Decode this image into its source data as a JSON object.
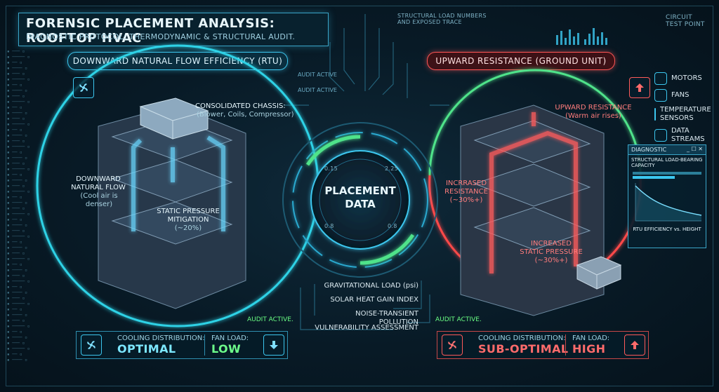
{
  "header": {
    "title": "FORENSIC PLACEMENT ANALYSIS: ROOFTOP HVAC",
    "subtitle": "DIAGNOSTIC PROTOCOL: THERMODYNAMIC & STRUCTURAL AUDIT."
  },
  "top_small": {
    "center_small_1": "STRUCTURAL LOAD NUMBERS",
    "center_small_2": "AND EXPOSED TRACE",
    "circuit": "CIRCUIT",
    "test_point": "TEST POINT"
  },
  "left": {
    "panel_title": "DOWNWARD NATURAL FLOW EFFICIENCY (RTU)",
    "chassis_title": "CONSOLIDATED CHASSIS:",
    "chassis_sub": "(Blower, Coils, Compressor)",
    "flow_title_1": "DOWNWARD",
    "flow_title_2": "NATURAL FLOW",
    "flow_sub": "(Cool air is denser)",
    "static_title_1": "STATIC PRESSURE",
    "static_title_2": "MITIGATION",
    "static_value": "(~20%)",
    "audit_label": "AUDIT ACTIVE.",
    "status": {
      "cooling_caption": "COOLING DISTRIBUTION:",
      "cooling_value": "OPTIMAL",
      "fan_caption": "FAN LOAD:",
      "fan_value": "LOW"
    }
  },
  "right": {
    "panel_title": "UPWARD RESISTANCE (GROUND UNIT)",
    "upward_title": "UPWARD RESISTANCE",
    "upward_sub": "(Warm air rises)",
    "resist_title_1": "INCRRASED",
    "resist_title_2": "RESISTANCE",
    "resist_value": "(~30%+)",
    "static_title_1": "INCREASED",
    "static_title_2": "STATIC PRESSURE",
    "static_value": "(~30%+)",
    "audit_label": "AUDIT ACTIVE.",
    "status": {
      "cooling_caption": "COOLING DISTRIBUTION:",
      "cooling_value": "SUB-OPTIMAL",
      "fan_caption": "FAN LOAD:",
      "fan_value": "HIGH"
    }
  },
  "center": {
    "audit_1": "AUDIT ACTIVE",
    "audit_2": "AUDIT ACTIVE",
    "core_1": "PLACEMENT",
    "core_2": "DATA",
    "ring_nums": [
      "0.15",
      "2.25",
      "0.8",
      "0.8"
    ],
    "list": [
      "GRAVITATIONAL LOAD (psi)",
      "SOLAR HEAT GAIN INDEX",
      "NOISE-TRANSIENT POLLUTION",
      "VULNERABILITY ASSESSMENT"
    ]
  },
  "sidebar": {
    "items": [
      "MOTORS",
      "FANS",
      "TEMPERATURE\nSENSORS",
      "DATA\nSTREAMS"
    ]
  },
  "diagnostic": {
    "header": "DIAGNOSTIC",
    "controls": "_ ☐ ✕",
    "title": "STRUCTURAL LOAD-BEARING CAPACITY",
    "footer": "RTU EFFICIENCY vs. HEIGHT"
  },
  "colors": {
    "accent_blue": "#3cc6ee",
    "accent_red": "#ff5656",
    "accent_green": "#4fe38a"
  }
}
